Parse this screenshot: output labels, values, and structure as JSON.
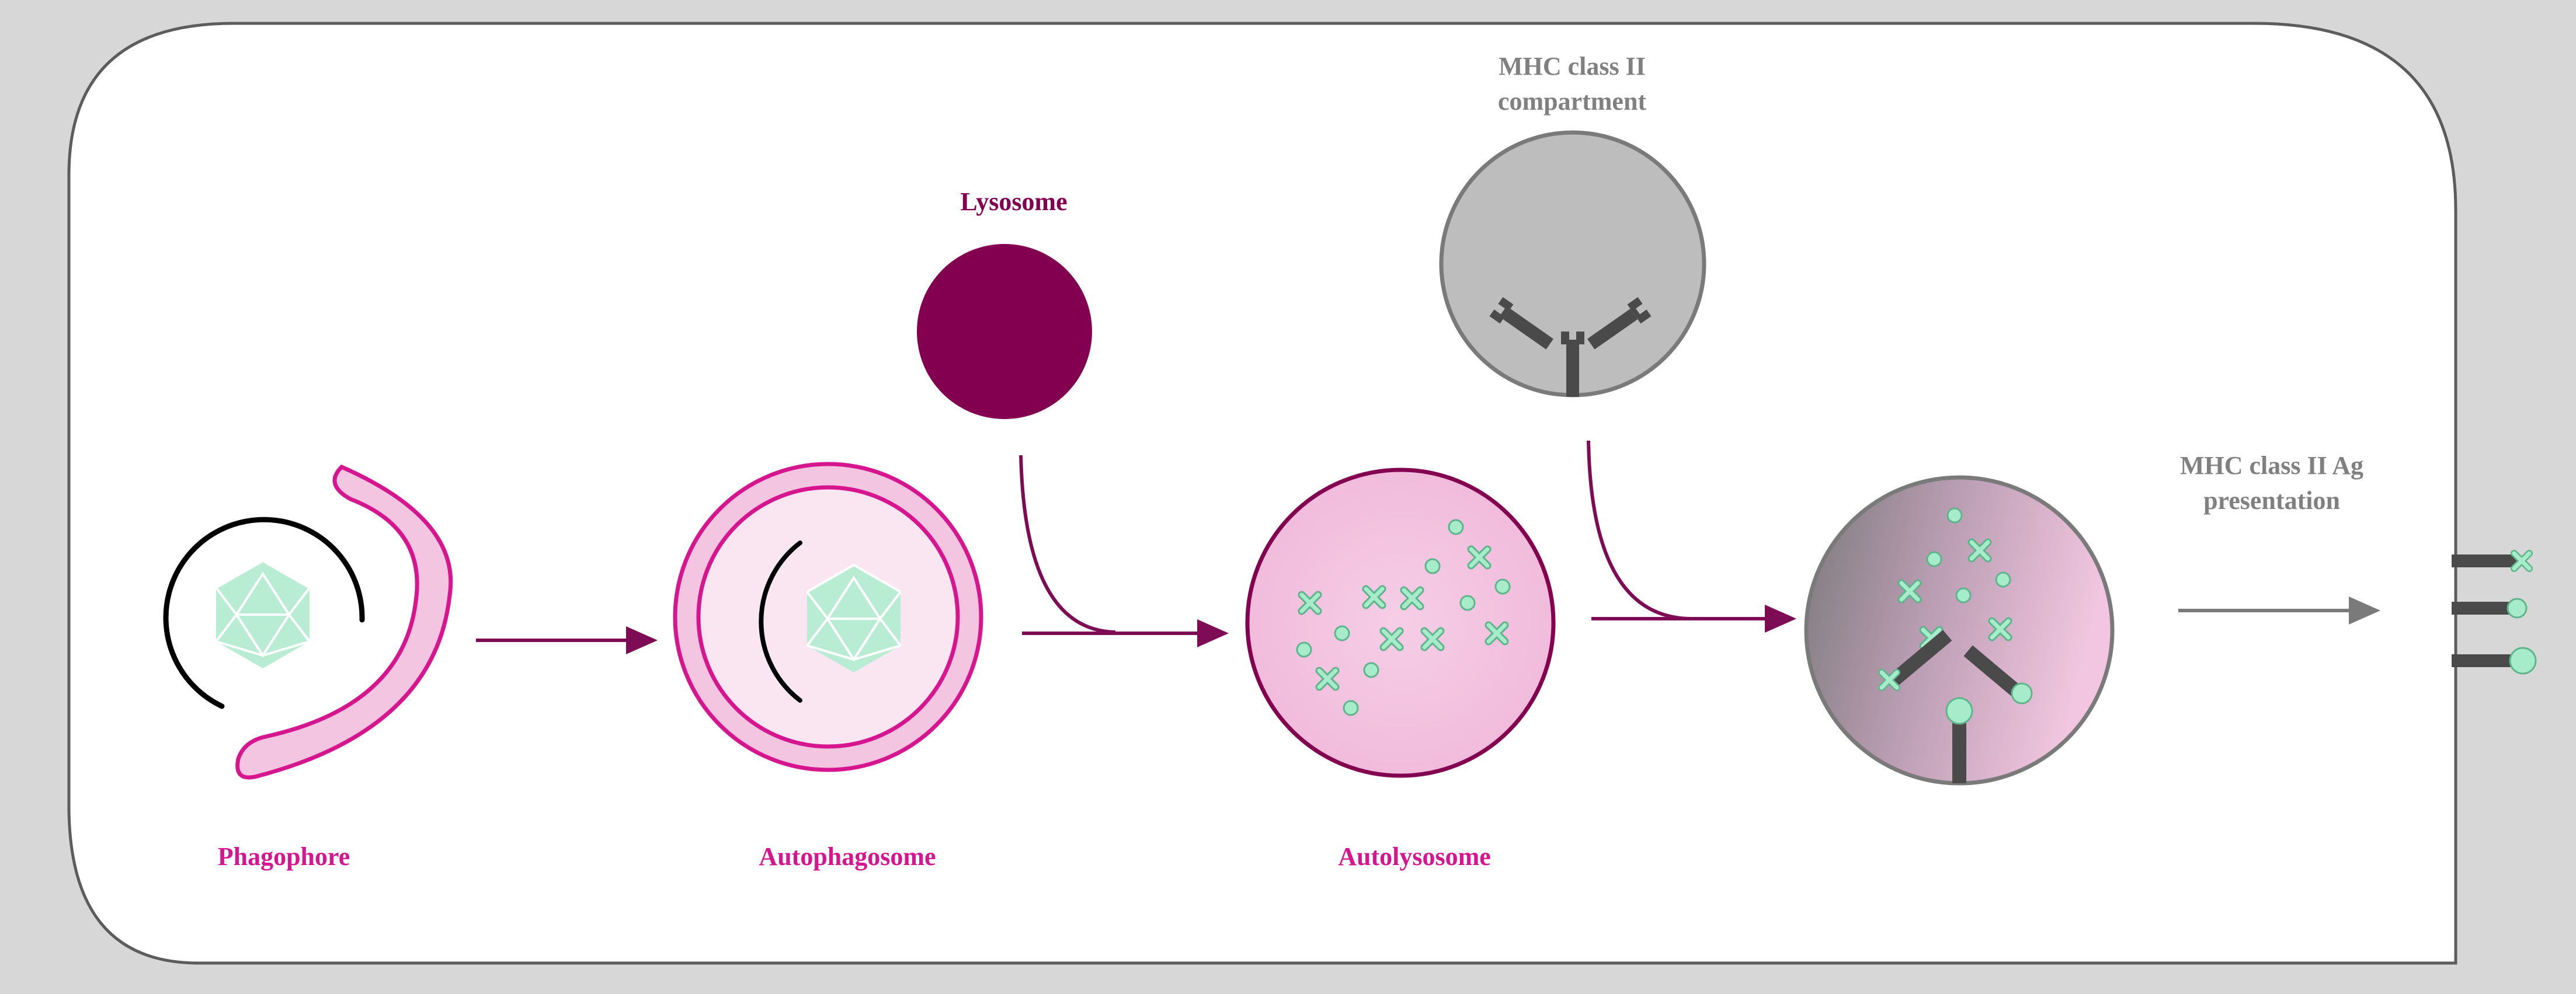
{
  "colors": {
    "background": "#d7d7d7",
    "cell_fill": "#ffffff",
    "cell_stroke": "#5c5c5c",
    "magenta": "#d6168f",
    "magenta_light": "#f4c5e1",
    "magenta_pale": "#f9e6f1",
    "lysosome": "#82004f",
    "arrow_purple": "#7e0c55",
    "gray_label": "#808080",
    "mhc_compartment": "#bdbdbd",
    "receptor": "#4a4a4a",
    "peptide": "#a6ecca",
    "peptide_stroke": "#5fb58b",
    "virus": "#b8ecd3"
  },
  "labels": {
    "phagophore": "Phagophore",
    "autophagosome": "Autophagosome",
    "autolysosome": "Autolysosome",
    "lysosome": "Lysosome",
    "mhc_compartment_line1": "MHC class II",
    "mhc_compartment_line2": "compartment",
    "ag_presentation_line1": "MHC class II Ag",
    "ag_presentation_line2": "presentation"
  },
  "icons": {
    "virus": "icosahedral-virus-icon",
    "peptide_fragment": "peptide-fragment-icon",
    "mhc_molecule": "mhc-class-ii-molecule-icon"
  }
}
